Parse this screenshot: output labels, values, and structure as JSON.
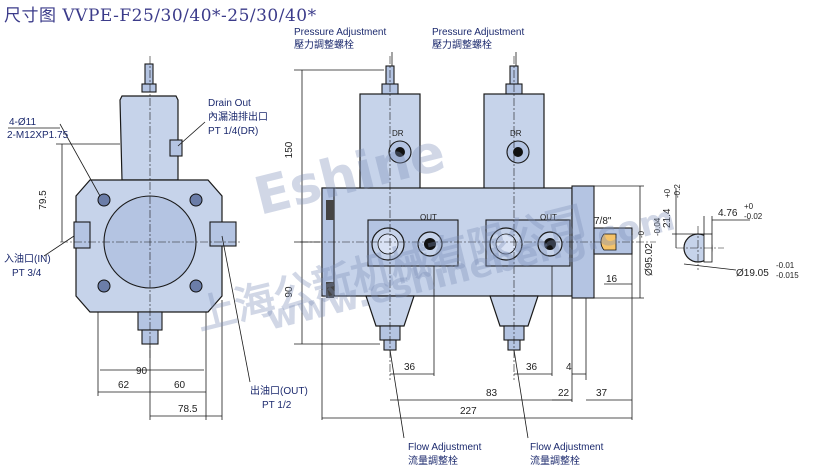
{
  "title": "尺寸图 VVPE-F25/30/40*-25/30/40*",
  "labels": {
    "pressure_adjustment_en": "Pressure Adjustment",
    "pressure_adjustment_zh": "壓力調整螺栓",
    "drain_out_en": "Drain Out",
    "drain_out_zh": "內漏油排出口",
    "drain_port": "PT 1/4(DR)",
    "bolt_holes": "4-Ø11",
    "bolt_thread": "2-M12XP1.75",
    "inlet_zh": "入油口(IN)",
    "inlet_thread": "PT 3/4",
    "outlet_zh": "出油口(OUT)",
    "outlet_thread": "PT 1/2",
    "flow_adjustment_en": "Flow Adjustment",
    "flow_adjustment_zh": "流量調整栓",
    "dr": "DR",
    "out": "OUT"
  },
  "dimensions": {
    "d150": "150",
    "d79_5": "79.5",
    "d90_side": "90",
    "d90_bottom": "90",
    "d62": "62",
    "d60": "60",
    "d78_5": "78.5",
    "d36a": "36",
    "d36b": "36",
    "d4": "4",
    "d83": "83",
    "d22": "22",
    "d37": "37",
    "d227": "227",
    "d16": "16",
    "d7_8": "7/8\"",
    "d95": "Ø95.02",
    "d95_tol_top": "-0",
    "d95_tol_bot": "-0.04",
    "d21_4": "21.4",
    "d21_4_tol_top": "+0",
    "d21_4_tol_bot": "-0.2",
    "d4_76": "4.76",
    "d4_76_tol_top": "+0",
    "d4_76_tol_bot": "-0.02",
    "d19_05": "Ø19.05",
    "d19_05_tol_top": "-0.01",
    "d19_05_tol_bot": "-0.015"
  },
  "watermark": {
    "brand": "Eshine",
    "company": "上海公新机械有限公司",
    "url": "www.eshinebeng.com"
  }
}
